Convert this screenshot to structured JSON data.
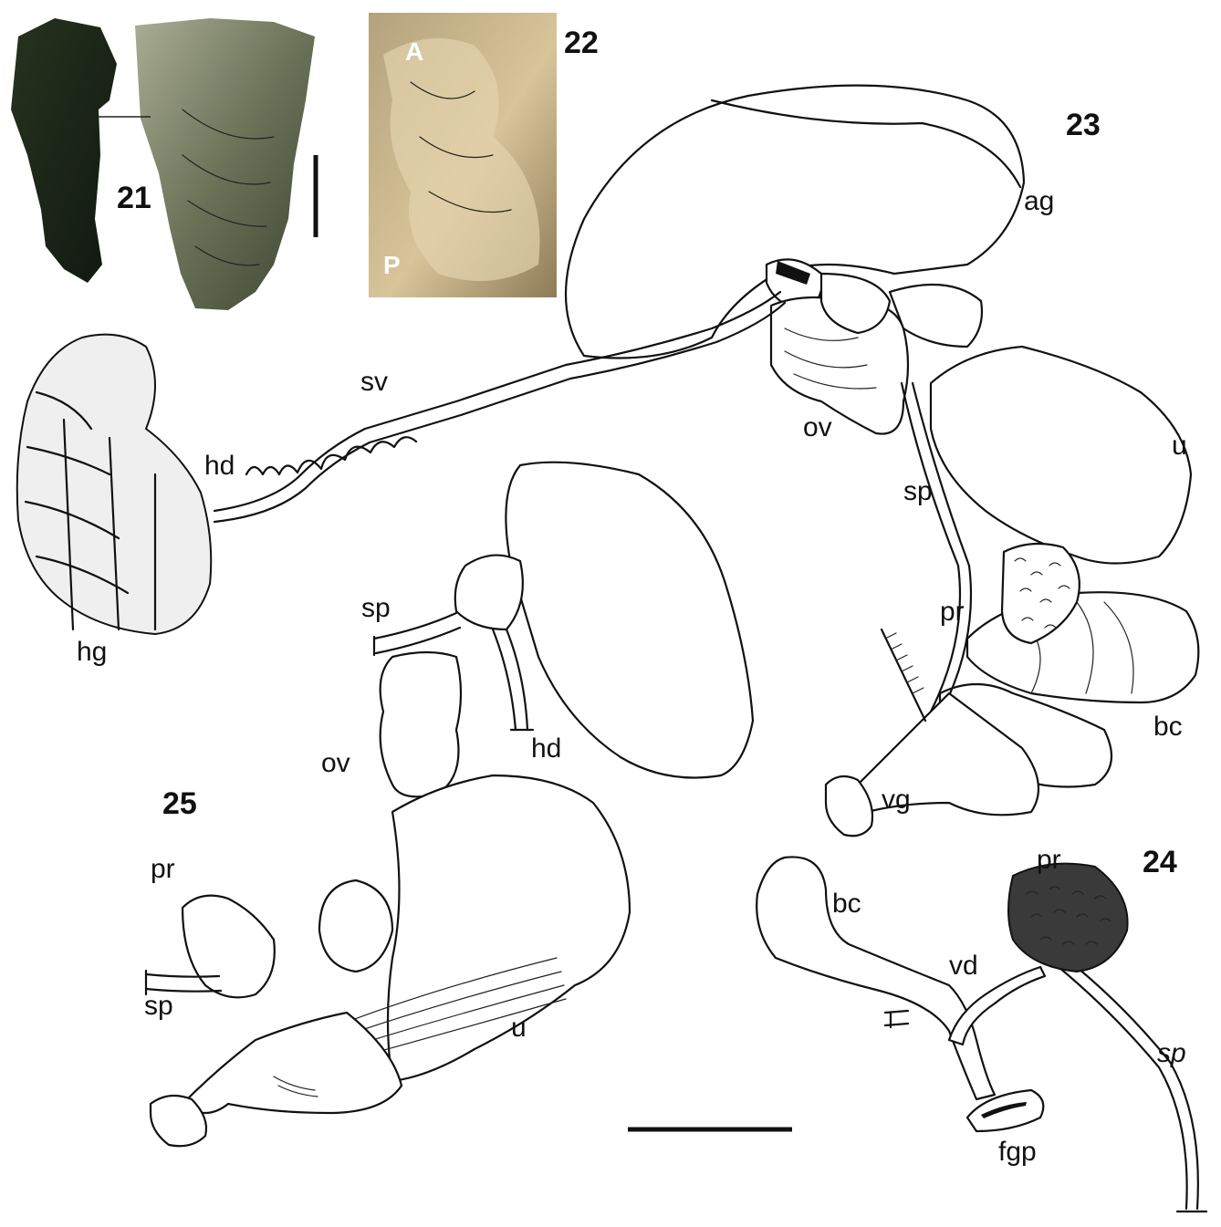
{
  "figure_numbers": {
    "fig21": "21",
    "fig22": "22",
    "fig23": "23",
    "fig24": "24",
    "fig25": "25"
  },
  "photo_labels": {
    "anterior": "A",
    "posterior": "P"
  },
  "fig23_labels": {
    "ag": "ag",
    "sv": "sv",
    "hd": "hd",
    "hg": "hg",
    "ov": "ov",
    "u": "u",
    "sp": "sp",
    "pr": "pr",
    "bc": "bc",
    "vg": "vg"
  },
  "fig24_labels": {
    "pr": "pr",
    "bc": "bc",
    "vd": "vd",
    "sp": "sp",
    "fgp": "fgp"
  },
  "fig25_labels": {
    "sp_top": "sp",
    "hd": "hd",
    "ov": "ov",
    "pr": "pr",
    "sp_bottom": "sp",
    "u": "u"
  },
  "colors": {
    "ink": "#111111",
    "photo21_dark": "#1f2a1c",
    "photo21_light": "#9aa088",
    "photo22_base": "#c9b48a"
  }
}
